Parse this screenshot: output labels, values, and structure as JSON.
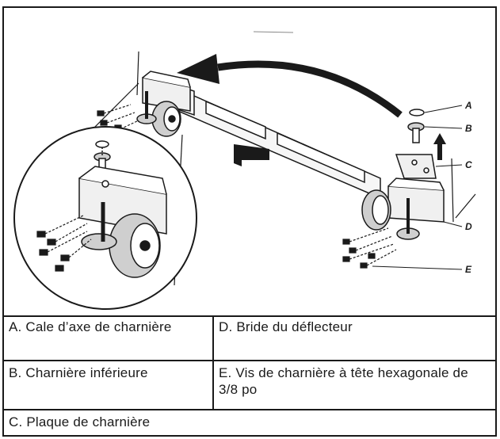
{
  "diagram": {
    "callouts": [
      "A",
      "B",
      "C",
      "D",
      "E"
    ]
  },
  "legend": {
    "a": "A. Cale d’axe de charnière",
    "b": "B. Charnière inférieure",
    "c": "C. Plaque de charnière",
    "d": "D. Bride du déflecteur",
    "e": "E. Vis de charnière à tête hexagonale de 3/8 po"
  },
  "colors": {
    "line": "#1a1a1a",
    "fill_gray": "#cfcfcf",
    "fill_light": "#f0f0f0"
  }
}
